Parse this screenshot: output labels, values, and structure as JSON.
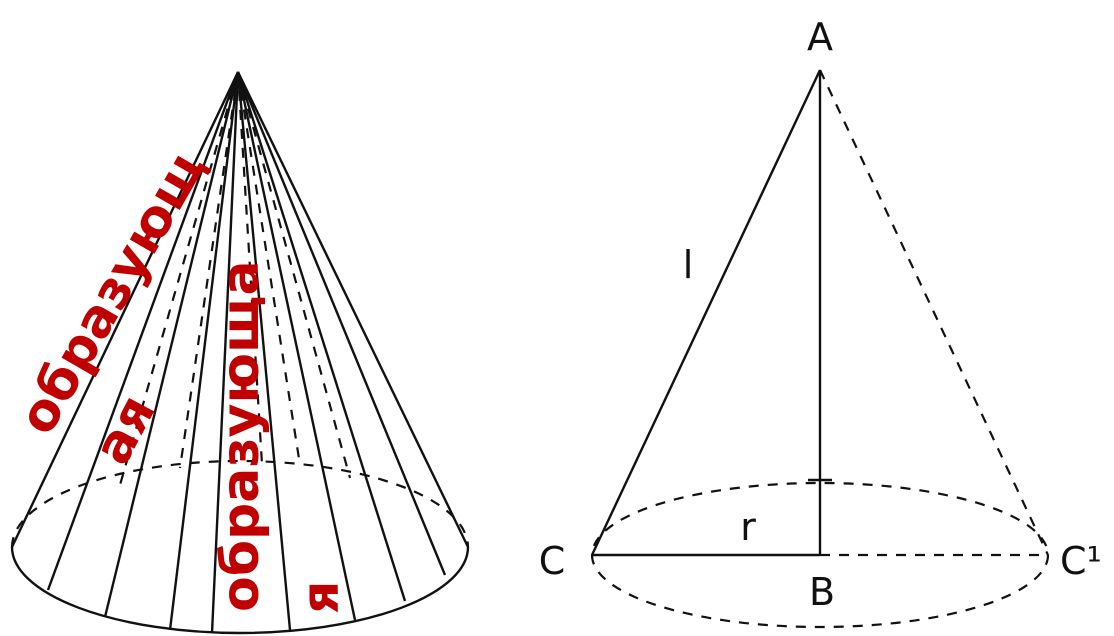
{
  "left_figure": {
    "generatrix_label_1_line1": "образующ",
    "generatrix_label_1_line2": "ая",
    "generatrix_label_2_line1": "образующа",
    "generatrix_label_2_line2": "я"
  },
  "right_figure": {
    "apex_label": "A",
    "center_label": "B",
    "left_point_label": "C",
    "right_point_label": "C¹",
    "slant_label": "l",
    "radius_label": "r"
  },
  "colors": {
    "annotation": "#c00000",
    "lines": "#111111"
  }
}
